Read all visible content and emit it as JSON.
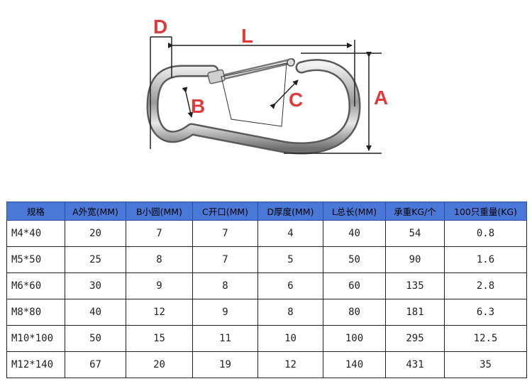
{
  "diagram": {
    "labels": {
      "D": "D",
      "L": "L",
      "A": "A",
      "B": "B",
      "C": "C"
    }
  },
  "table": {
    "headers": [
      "规格",
      "A外宽(MM)",
      "B小圆(MM)",
      "C开口(MM)",
      "D厚度(MM)",
      "L总长(MM)",
      "承重KG/个",
      "100只重量(KG)"
    ],
    "rows": [
      [
        "M4*40",
        "20",
        "7",
        "7",
        "4",
        "40",
        "54",
        "0.8"
      ],
      [
        "M5*50",
        "25",
        "8",
        "7",
        "5",
        "50",
        "90",
        "1.6"
      ],
      [
        "M6*60",
        "30",
        "9",
        "8",
        "6",
        "60",
        "135",
        "2.8"
      ],
      [
        "M8*80",
        "40",
        "12",
        "9",
        "8",
        "80",
        "181",
        "6.3"
      ],
      [
        "M10*100",
        "50",
        "15",
        "11",
        "10",
        "100",
        "295",
        "12.5"
      ],
      [
        "M12*140",
        "67",
        "20",
        "19",
        "12",
        "140",
        "431",
        "35"
      ]
    ]
  },
  "colors": {
    "label": "#e03b3b",
    "header_bg": "#4a78d9"
  }
}
